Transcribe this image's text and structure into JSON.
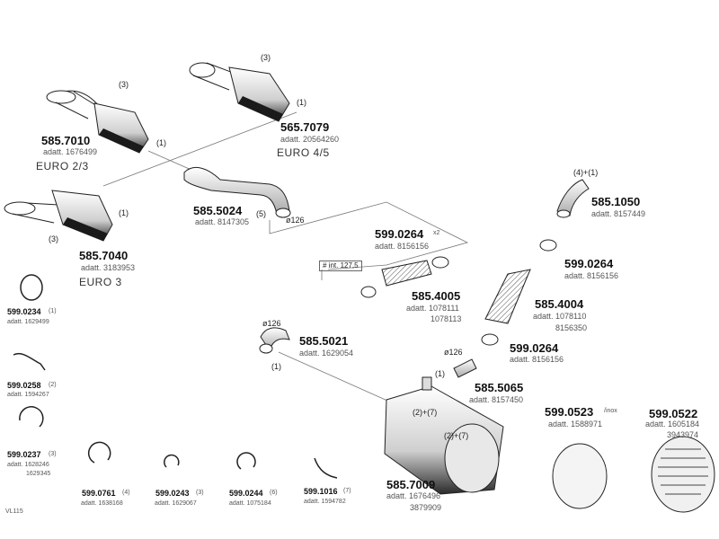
{
  "sheet_code": "VL115",
  "parts": [
    {
      "number": "585.7010",
      "adatt": "adatt. 1676499",
      "euro": "EURO 2/3"
    },
    {
      "number": "565.7079",
      "adatt": "adatt. 20564260",
      "euro": "EURO 4/5"
    },
    {
      "number": "585.7040",
      "adatt": "adatt. 3183953",
      "euro": "EURO 3"
    },
    {
      "number": "585.5024",
      "adatt": "adatt. 8147305"
    },
    {
      "number": "585.1050",
      "adatt": "adatt. 8157449"
    },
    {
      "number": "599.0264",
      "qty": "x2",
      "adatt": "adatt. 8156156"
    },
    {
      "number": "599.0264",
      "adatt": "adatt. 8156156"
    },
    {
      "number": "585.4005",
      "adatt": "adatt. 1078111",
      "adatt2": "1078113"
    },
    {
      "number": "585.4004",
      "adatt": "adatt. 1078110",
      "adatt2": "8156350"
    },
    {
      "number": "599.0264",
      "adatt": "adatt. 8156156"
    },
    {
      "number": "585.5021",
      "adatt": "adatt. 1629054"
    },
    {
      "number": "585.5065",
      "adatt": "adatt. 8157450"
    },
    {
      "number": "585.7009",
      "adatt": "adatt. 1676496",
      "adatt2": "3879909"
    },
    {
      "number": "599.0523",
      "qty": "/inox",
      "adatt": "adatt. 1588971"
    },
    {
      "number": "599.0522",
      "adatt": "adatt. 1605184",
      "adatt2": "3943974"
    },
    {
      "number": "599.0234",
      "qty": "(1)",
      "adatt": "adatt. 1629499"
    },
    {
      "number": "599.0258",
      "qty": "(2)",
      "adatt": "adatt. 1594267"
    },
    {
      "number": "599.0237",
      "qty": "(3)",
      "adatt": "adatt. 1628246",
      "adatt2": "1629345"
    },
    {
      "number": "599.0761",
      "qty": "(4)",
      "adatt": "adatt. 1638168"
    },
    {
      "number": "599.0243",
      "qty": "(3)",
      "adatt": "adatt. 1629067"
    },
    {
      "number": "599.0244",
      "qty": "(6)",
      "adatt": "adatt. 1075184"
    },
    {
      "number": "599.1016",
      "qty": "(7)",
      "adatt": "adatt. 1594782"
    }
  ],
  "callouts": {
    "c1": "(3)",
    "c2": "(3)",
    "c3": "(1)",
    "c4": "(1)",
    "c5": "(1)",
    "c6": "(3)",
    "c7": "(5)",
    "c8": "(4)+(1)",
    "c9": "(1)",
    "c10": "(1)",
    "c11": "(2)+(7)",
    "c12": "(2)+(7)"
  },
  "dimensions": {
    "d1": "ø126",
    "d2": "ø126",
    "d3": "ø126",
    "d4": "# int. 127,5"
  }
}
